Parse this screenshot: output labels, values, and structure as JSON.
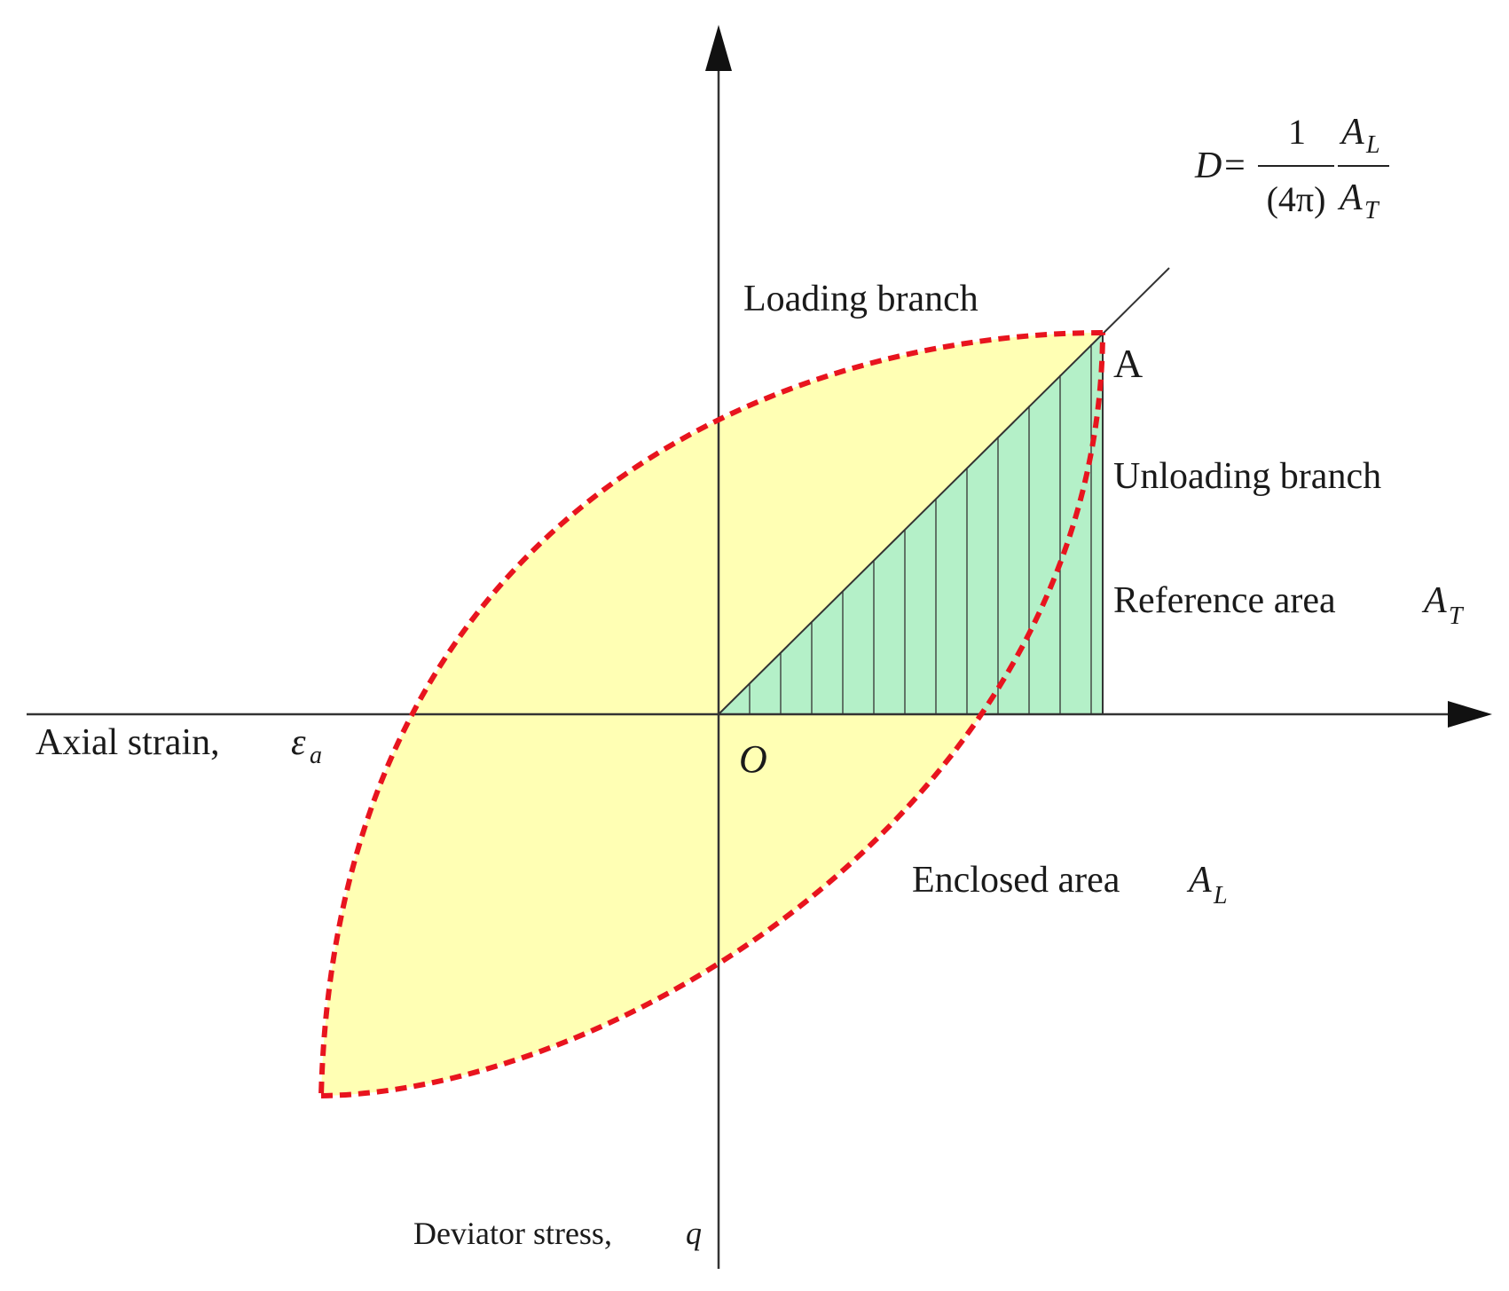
{
  "labels": {
    "loading_branch": "Loading branch",
    "unloading_branch": "Unloading branch",
    "reference_area": "Reference area",
    "reference_area_symbol": "A",
    "reference_area_sub": "T",
    "enclosed_area": "Enclosed area",
    "enclosed_area_symbol": "A",
    "enclosed_area_sub": "L",
    "point_a": "A",
    "origin": "O",
    "x_axis": "Axial strain,",
    "x_axis_symbol": "ε",
    "x_axis_sub": "a",
    "y_axis": "Deviator stress,",
    "y_axis_symbol": "q"
  },
  "formula": {
    "lhs": "D=",
    "frac1_num": "1",
    "frac1_den": "(4π)",
    "frac2_num": "A",
    "frac2_num_sub": "L",
    "frac2_den": "A",
    "frac2_den_sub": "T"
  },
  "colors": {
    "loop_fill": "#ffffb4",
    "reference_fill": "#b4f0c8",
    "loop_outline": "#e8141e",
    "axis": "#333333"
  }
}
